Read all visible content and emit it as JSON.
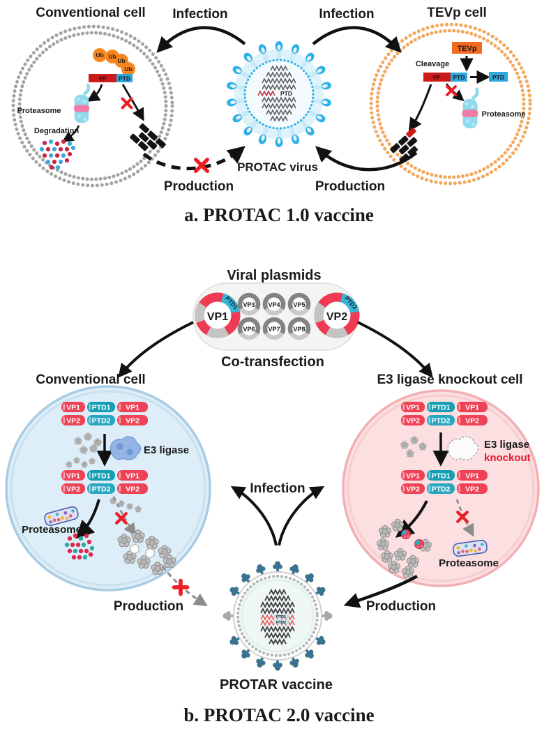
{
  "panel_a": {
    "title": "a. PROTAC 1.0 vaccine",
    "infection_left": "Infection",
    "infection_right": "Infection",
    "production_left": "Production",
    "production_right": "Production",
    "virus_label": "PROTAC virus",
    "virus_genome_label": "PTD",
    "conventional_cell": {
      "title": "Conventional cell",
      "ub": "Ub",
      "vp": "VP",
      "ptd": "PTD",
      "proteasome": "Proteasome",
      "degradation": "Degradation"
    },
    "tevp_cell": {
      "title": "TEVp cell",
      "tevp": "TEVp",
      "cleavage": "Cleavage",
      "vp": "VP",
      "ptd": "PTD",
      "ptd_released": "PTD",
      "proteasome": "Proteasome"
    }
  },
  "panel_b": {
    "title": "b. PROTAC 2.0 vaccine",
    "plasmids": {
      "title": "Viral plasmids",
      "co_transfection": "Co-transfection",
      "vp1": "VP1",
      "ptd1": "PTD1",
      "vp2": "VP2",
      "ptd2": "PTD2",
      "small": [
        "VP3",
        "VP4",
        "VP5",
        "VP6",
        "VP7",
        "VP8"
      ]
    },
    "fusion": {
      "vp1": "VP1",
      "ptd1": "PTD1",
      "vp2": "VP2",
      "ptd2": "PTD2"
    },
    "conventional_cell": {
      "title": "Conventional cell",
      "e3_ligase": "E3 ligase",
      "proteasome": "Proteasome",
      "production": "Production"
    },
    "knockout_cell": {
      "title": "E3 ligase knockout cell",
      "e3_ligase": "E3 ligase",
      "knockout": "knockout",
      "proteasome": "Proteasome",
      "production": "Production"
    },
    "infection": "Infection",
    "vaccine": {
      "label": "PROTAR vaccine",
      "genome": [
        "PTD1",
        "PTD2"
      ]
    }
  },
  "colors": {
    "red_accent": "#ee1c24",
    "vp_red": "#ee4256",
    "ptd_teal": "#149fb4",
    "ptd_blue": "#2fa8dc",
    "ub_orange": "#f6861f",
    "tevp_orange": "#f26a22",
    "virus_blue": "#2fb0e8",
    "spike_teal": "#3a7390",
    "cell_blue_fill": "#ddeef8",
    "cell_pink_fill": "#fcdfe0",
    "membrane_gray": "#a3a3a3",
    "membrane_orange": "#f2a85c"
  }
}
